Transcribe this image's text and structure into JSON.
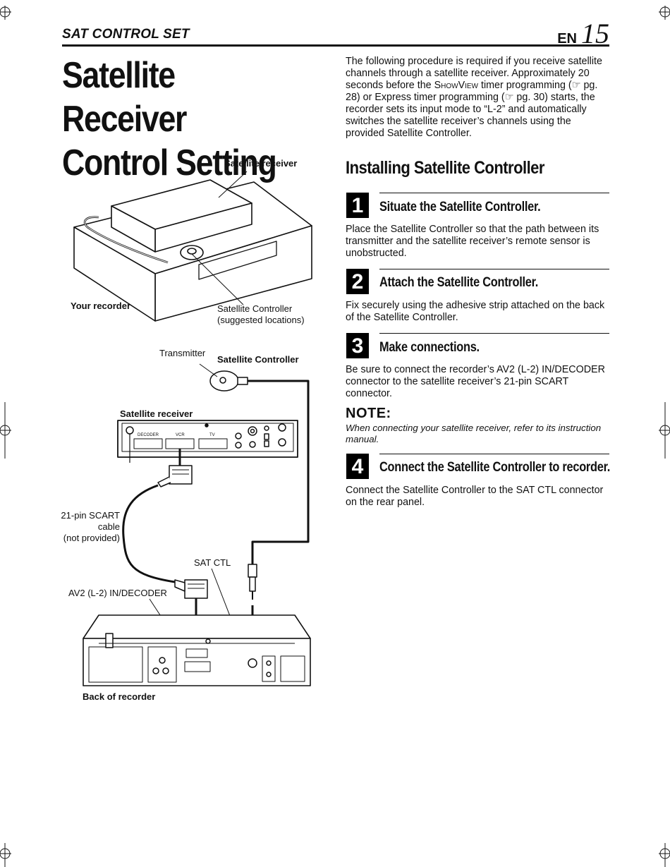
{
  "header": {
    "section": "SAT CONTROL SET",
    "lang": "EN",
    "page_number": "15"
  },
  "title": {
    "line1": "Satellite Receiver",
    "line2": "Control Setting"
  },
  "intro": {
    "part1": "The following procedure is required if you receive satellite channels through a satellite receiver. Approximately 20 seconds before the ",
    "showview": "ShowView",
    "part2": " timer programming (☞ pg. 28) or Express timer programming (☞ pg. 30) starts, the recorder sets its input mode to “L-2” and automatically switches the satellite receiver’s channels using the provided Satellite Controller."
  },
  "section_title": "Installing Satellite Controller",
  "steps": [
    {
      "number": "1",
      "heading": "Situate the Satellite Controller.",
      "body": "Place the Satellite Controller so that the path between its transmitter and the satellite receiver’s remote sensor is unobstructed."
    },
    {
      "number": "2",
      "heading": "Attach the Satellite Controller.",
      "body": "Fix securely using the adhesive strip attached on the back of the Satellite Controller."
    },
    {
      "number": "3",
      "heading": "Make connections.",
      "body": "Be sure to connect the recorder’s AV2 (L-2) IN/DECODER connector to the satellite receiver’s 21-pin SCART connector."
    },
    {
      "number": "4",
      "heading": "Connect the Satellite Controller to recorder.",
      "body": "Connect the Satellite Controller to the SAT CTL connector on the rear panel."
    }
  ],
  "note": {
    "label": "NOTE:",
    "text": "When connecting your satellite receiver, refer to its instruction manual."
  },
  "diagram_top": {
    "satellite_receiver": "Satellite receiver",
    "your_recorder": "Your recorder",
    "controller_line1": "Satellite Controller",
    "controller_line2": "(suggested locations)"
  },
  "diagram_bottom": {
    "transmitter": "Transmitter",
    "satellite_controller": "Satellite Controller",
    "satellite_receiver": "Satellite receiver",
    "port_decoder": "DECODER",
    "port_vcr": "VCR",
    "port_tv": "TV",
    "scart_line1": "21-pin SCART",
    "scart_line2": "cable",
    "scart_line3": "(not provided)",
    "sat_ctl": "SAT CTL",
    "av2": "AV2 (L-2) IN/DECODER",
    "back_of_recorder": "Back of recorder"
  }
}
